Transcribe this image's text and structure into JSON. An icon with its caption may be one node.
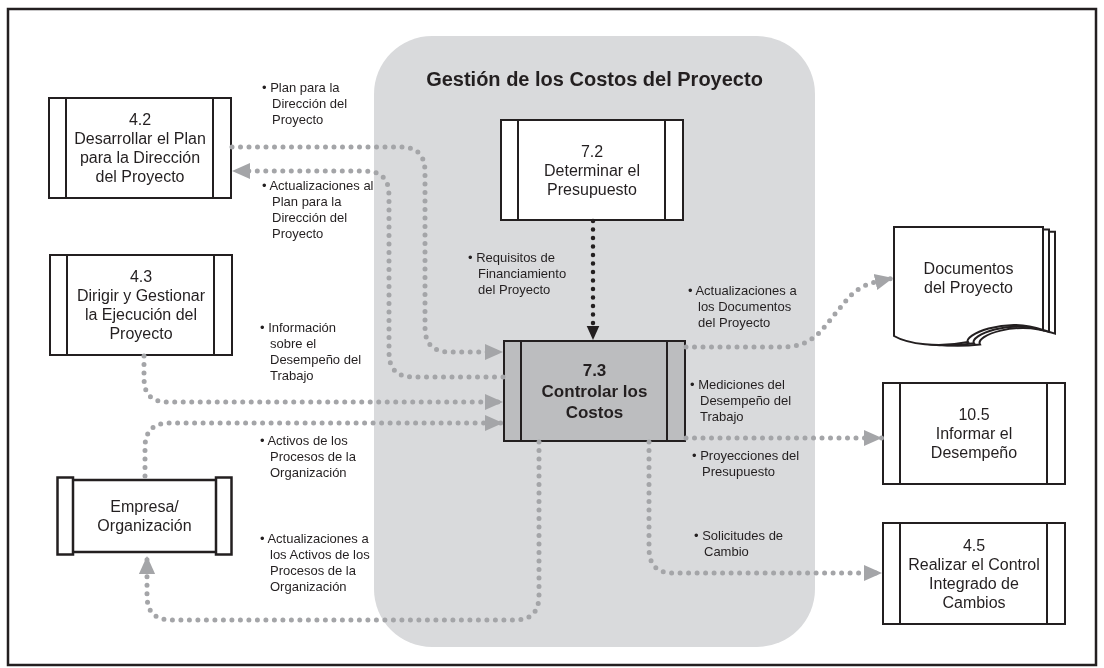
{
  "diagram": {
    "nodes": [
      {
        "text": [
          "Gestión de los Costos del Proyecto"
        ]
      },
      {
        "text": [
          "4.2",
          "Desarrollar el Plan para la Dirección del Proyecto"
        ]
      },
      {
        "text": [
          "7.2",
          "Determinar el Presupuesto"
        ],
        "in": 0
      },
      {
        "text": [
          "4.3",
          "Dirigir y Gestionar la Ejecución del Proyecto"
        ]
      },
      {
        "text": [
          "Documentos del Proyecto"
        ]
      },
      {
        "text": [
          "7.3",
          "Controlar los Costos"
        ],
        "in": 0
      },
      {
        "text": [
          "10.5",
          "Informar el Desempeño"
        ]
      },
      {
        "text": [
          "Empresa/ Organización"
        ]
      },
      {
        "text": [
          "4.5",
          "Realizar el Control Integrado de Cambios"
        ]
      }
    ],
    "edges": [
      {
        "from": 1,
        "to": 5,
        "arrow": "to",
        "label": "• Plan para la Dirección del Proyecto"
      },
      {
        "from": 5,
        "to": 1,
        "arrow": "to",
        "label": "• Actualizaciones al Plan para la Dirección del Proyecto"
      },
      {
        "from": 2,
        "to": 5,
        "arrow": "to",
        "label": "• Requisitos de Financiamiento del Proyecto",
        "color": "#231f20"
      },
      {
        "from": 5,
        "to": 4,
        "arrow": "to",
        "label": "• Actualizaciones a los Documentos del Proyecto"
      },
      {
        "from": 3,
        "to": 5,
        "arrow": "to",
        "label": "• Información sobre el Desempeño del Trabajo"
      },
      {
        "from": 7,
        "to": 5,
        "arrow": "to",
        "label": "• Activos de los Procesos de la Organización"
      },
      {
        "from": 5,
        "to": 6,
        "arrow": "to",
        "label": "• Mediciones del Desempeño del Trabajo"
      },
      {
        "from": 5,
        "to": 8,
        "arrow": "to",
        "label": "• Solicitudes de Cambio"
      },
      {
        "from": 5,
        "to": 7,
        "arrow": "to",
        "label": "• Actualizaciones a los Activos de los Procesos de la Organización"
      }
    ],
    "labels": [
      "• Proyecciones del Presupuesto"
    ]
  }
}
